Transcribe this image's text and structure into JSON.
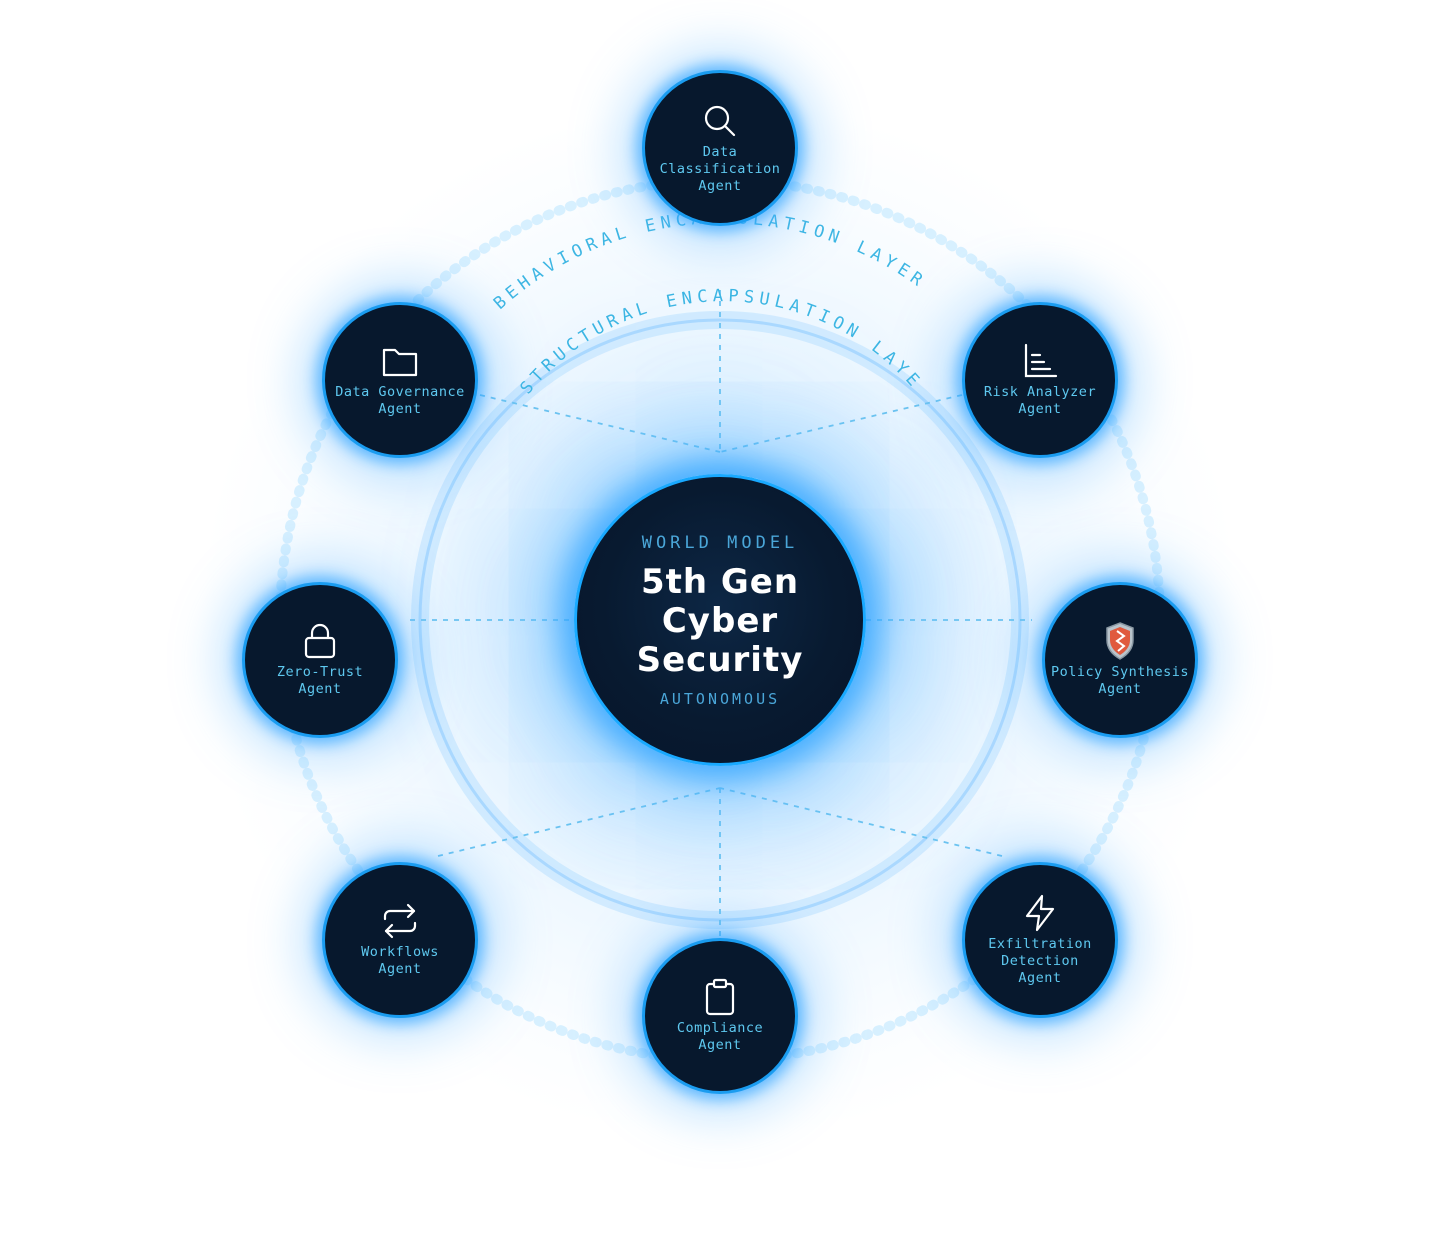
{
  "center": {
    "eyebrow": "WORLD MODEL",
    "title": "5th Gen\nCyber\nSecurity",
    "footer": "AUTONOMOUS"
  },
  "layers": {
    "outer": "BEHAVIORAL ENCAPSULATION LAYER",
    "inner": "STRUCTURAL ENCAPSULATION LAYER"
  },
  "agents": [
    {
      "label": "Data\nClassification\nAgent",
      "icon": "search-icon"
    },
    {
      "label": "Data Governance\nAgent",
      "icon": "folder-icon"
    },
    {
      "label": "Risk Analyzer\nAgent",
      "icon": "bar-chart-icon"
    },
    {
      "label": "Zero-Trust\nAgent",
      "icon": "lock-icon"
    },
    {
      "label": "Policy Synthesis\nAgent",
      "icon": "shield-icon"
    },
    {
      "label": "Workflows\nAgent",
      "icon": "repeat-arrows-icon"
    },
    {
      "label": "Exfiltration\nDetection\nAgent",
      "icon": "lightning-icon"
    },
    {
      "label": "Compliance\nAgent",
      "icon": "clipboard-icon"
    }
  ],
  "colors": {
    "node_fill": "#07182d",
    "node_border": "#1a9cf0",
    "label_text": "#5ec8ef",
    "layer_text": "#3db6e3",
    "connector": "#6cc4f0"
  }
}
